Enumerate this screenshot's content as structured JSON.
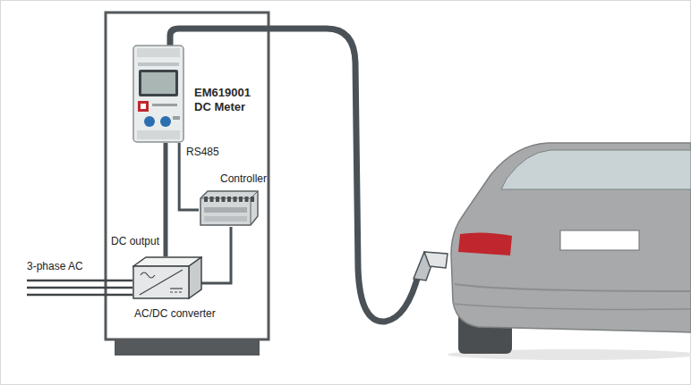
{
  "diagram": {
    "nodes": [
      {
        "text": [
          "EM619001 DC Meter"
        ]
      },
      {
        "text": [
          "Controller"
        ]
      },
      {
        "text": [
          "AC/DC converter"
        ]
      }
    ],
    "edges": [
      {
        "from": 0,
        "to": 1,
        "label": "RS485",
        "arrow": "none"
      },
      {
        "from": 2,
        "to": 0,
        "label": "DC output",
        "arrow": "none"
      },
      {
        "from": 1,
        "to": 2,
        "arrow": "none"
      }
    ],
    "labels": [
      "3-phase AC"
    ]
  }
}
